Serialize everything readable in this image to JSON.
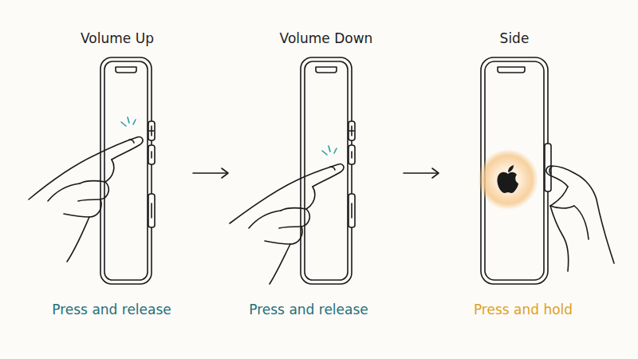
{
  "diagram": {
    "labels": [
      "Volume Up",
      "Volume Down",
      "Side",
      "Press and release",
      "Press and release",
      "Press and hold"
    ]
  }
}
